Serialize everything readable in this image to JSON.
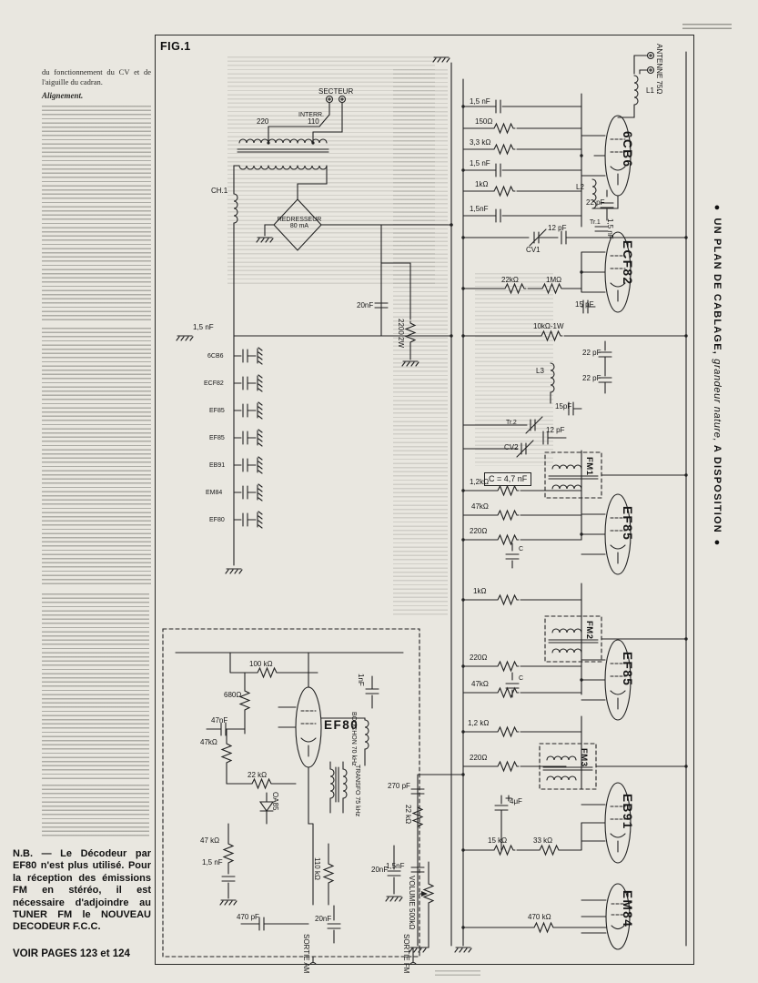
{
  "article": {
    "fig_label": "FIG.1",
    "top_fragment": "du fonctionnement du CV et de l'aiguille du cadran.",
    "align_heading": "Alignement.",
    "nb_note": "N.B. — Le Décodeur par EF80 n'est plus utilisé. Pour la réception des émissions FM en stéréo, il est nécessaire d'adjoindre au TUNER FM le NOUVEAU DECODEUR F.C.C.",
    "footer": "VOIR PAGES 123 et 124",
    "sidebar_1": "● UN PLAN DE CABLAGE, ",
    "sidebar_2": "grandeur nature, ",
    "sidebar_3": "A DISPOSITION ●"
  },
  "schematic": {
    "labels": {
      "antenne": "ANTENNE 75Ω",
      "l1": "L1",
      "c_1n5_a": "1,5 nF",
      "r150": "150Ω",
      "r3k3": "3,3 kΩ",
      "c_1n5_b": "1,5 nF",
      "r1k_a": "1kΩ",
      "c_1n5_c": "1,5nF",
      "t_6cb6": "6CB6",
      "l2": "L2",
      "tr1": "Tr.1",
      "c22_a": "22 pF",
      "cv1": "CV1",
      "c12_a": "12 pF",
      "c_1n5_d": "1,5 nF",
      "r22k_a": "22kΩ",
      "r1m": "1MΩ",
      "c15_a": "15 pF",
      "t_ecf82": "ECF82",
      "r10k": "10kΩ-1W",
      "c22_b": "22 pF",
      "c22_c": "22 pF",
      "l3": "L3",
      "c15_b": "15pF",
      "tr2": "Tr.2",
      "c12_b": "12 pF",
      "cv2": "CV2",
      "cbox": "C = 4,7 nF",
      "r1k2_a": "1,2kΩ",
      "r47k_a": "47kΩ",
      "r220_a": "220Ω",
      "fm1": "FM1",
      "t_ef85a": "EF85",
      "r1k_b": "1kΩ",
      "fm2": "FM2",
      "r220_b": "220Ω",
      "r47k_b": "47kΩ",
      "t_ef85b": "EF85",
      "r1k2_b": "1,2 kΩ",
      "r220_c": "220Ω",
      "fm3": "FM3",
      "c270": "270 pF",
      "c4uf": "4μF",
      "r22k_b": "22 kΩ",
      "r15k": "15 kΩ",
      "r33k": "33 kΩ",
      "t_eb91": "EB91",
      "c_1n5_e": "1,5nF",
      "r470k": "470 kΩ",
      "t_em84": "EM84",
      "volume": "VOLUME 500kΩ",
      "c20_b": "20nF",
      "sortie_fm": "SORTIE FM",
      "sortie_am": "SORTIE AM",
      "c_ref": "C",
      "v220": "220",
      "v110": "110",
      "secteur": "SECTEUR",
      "interr": "INTERR.",
      "ch1": "CH.1",
      "redresseur": "REDRESSEUR 80 mA",
      "c20_a": "20nF",
      "r2200": "2200 2W",
      "hcap": "1,5 nF",
      "h1": "6CB6",
      "h2": "ECF82",
      "h3": "EF85",
      "h4": "EF85",
      "h5": "EB91",
      "h6": "EM84",
      "h7": "EF80",
      "r100k": "100 kΩ",
      "r680": "680Ω",
      "c47nf": "47nF",
      "r47k_c": "47kΩ",
      "r22k_c": "22 kΩ",
      "t_ef80": "EF80",
      "oa85": "OA85",
      "bouchon": "BOUCHON 70 kHz",
      "transfo": "TRANSFO 75 kHz",
      "c1nf": "1nF",
      "r47k_d": "47 kΩ",
      "c_1n5_f": "1,5 nF",
      "r110k": "110 kΩ",
      "c470": "470 pF",
      "c20_c": "20nF"
    }
  }
}
